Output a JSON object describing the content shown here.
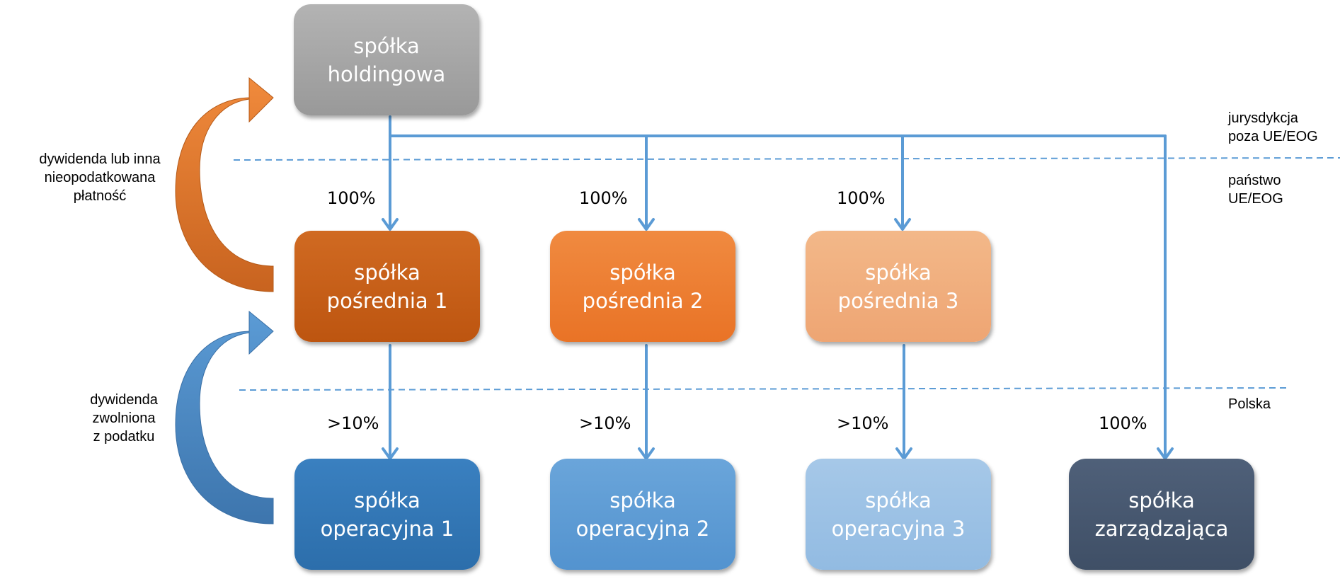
{
  "boxes": {
    "holding": {
      "line1": "spółka",
      "line2": "holdingowa"
    },
    "posrednia1": {
      "line1": "spółka",
      "line2": "pośrednia  1"
    },
    "posrednia2": {
      "line1": "spółka",
      "line2": "pośrednia  2"
    },
    "posrednia3": {
      "line1": "spółka",
      "line2": "pośrednia  3"
    },
    "operacyjna1": {
      "line1": "spółka",
      "line2": "operacyjna  1"
    },
    "operacyjna2": {
      "line1": "spółka",
      "line2": "operacyjna  2"
    },
    "operacyjna3": {
      "line1": "spółka",
      "line2": "operacyjna  3"
    },
    "zarzadzajaca": {
      "line1": "spółka",
      "line2": "zarządzająca"
    }
  },
  "percentages": {
    "p1": "100%",
    "p2": "100%",
    "p3": "100%",
    "o1": ">10%",
    "o2": ">10%",
    "o3": ">10%",
    "z": "100%"
  },
  "left_labels": {
    "dividend_other": {
      "line1": "dywidenda lub inna",
      "line2": "nieopodatkowana",
      "line3": "płatność"
    },
    "dividend_exempt": {
      "line1": "dywidenda",
      "line2": "zwolniona",
      "line3": "z podatku"
    }
  },
  "zone_labels": {
    "outside_eu": {
      "line1": "jurysdykcja",
      "line2": "poza UE/EOG"
    },
    "eu_state": {
      "line1": "państwo",
      "line2": "UE/EOG"
    },
    "poland": "Polska"
  },
  "colors": {
    "connector": "#5b9bd5",
    "holding": "#a6a6a6",
    "posrednia1": "#c55a11",
    "posrednia2": "#ed7d31",
    "posrednia3": "#f4b183",
    "operacyjna1": "#2e75b6",
    "operacyjna2": "#5b9bd5",
    "operacyjna3": "#9dc3e6",
    "zarzadzajaca": "#44546a",
    "arrow_orange": "#ed7d31",
    "arrow_blue": "#5b9bd5"
  }
}
